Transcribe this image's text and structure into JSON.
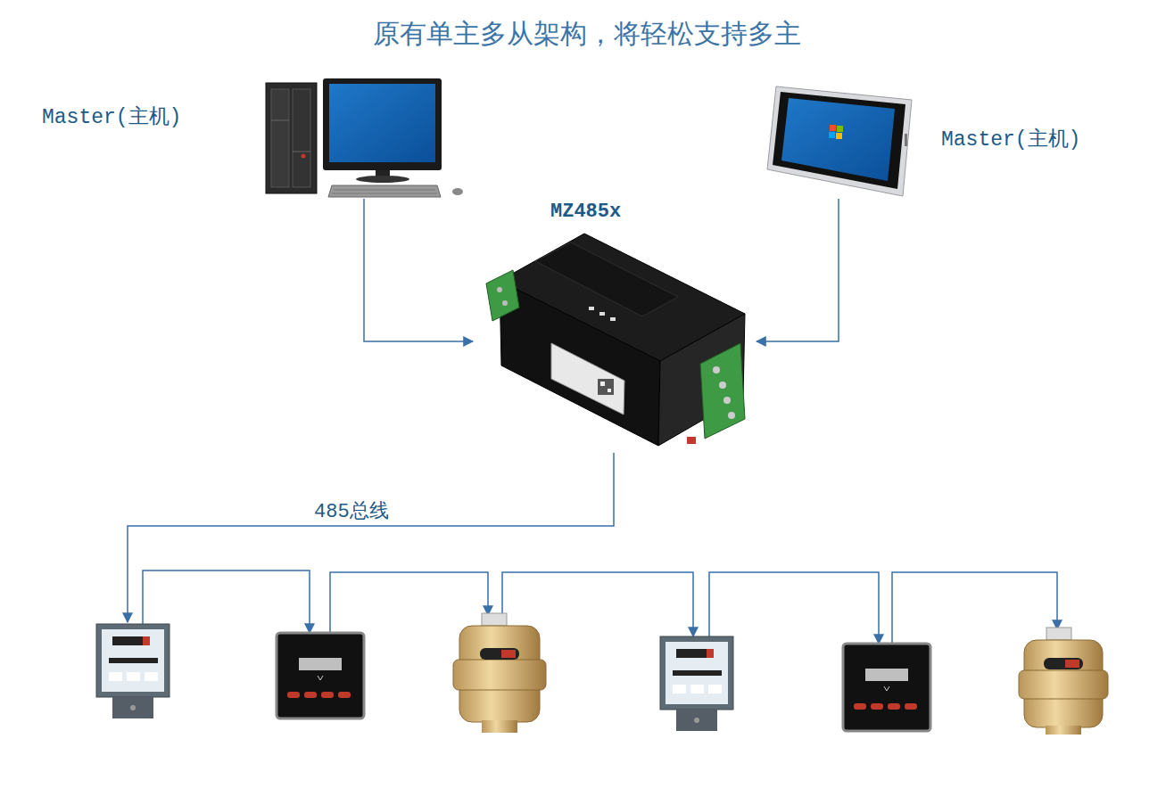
{
  "diagram": {
    "title": "原有单主多从架构，将轻松支持多主",
    "nodes": [
      {
        "text": [
          "Master(主机)"
        ]
      },
      {
        "text": [
          "Master(主机)"
        ]
      },
      {
        "text": [
          "MZ485x"
        ]
      }
    ],
    "edges": [
      {
        "from": 0,
        "to": 2,
        "arrow": "to"
      },
      {
        "from": 1,
        "to": 2,
        "arrow": "to"
      }
    ],
    "labels": [
      "485总线"
    ]
  }
}
